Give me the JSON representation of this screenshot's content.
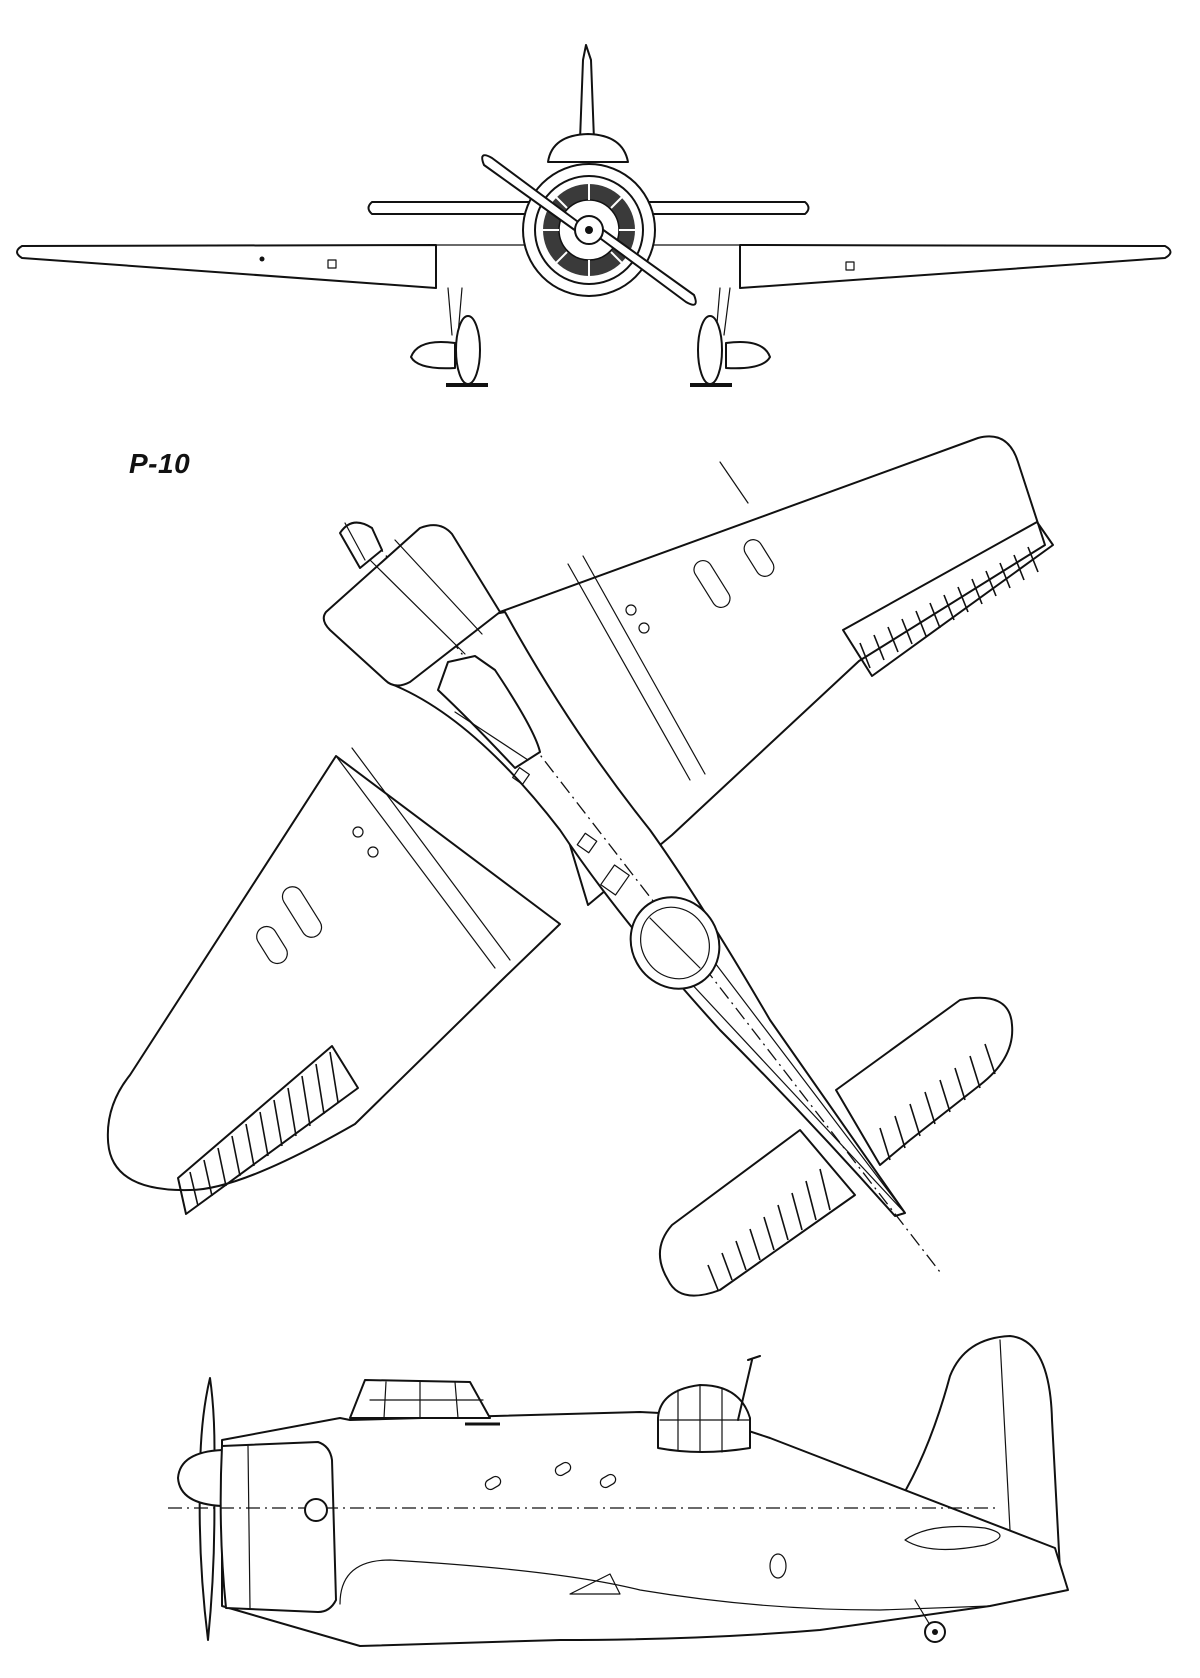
{
  "drawing": {
    "designation": "P-10",
    "views": [
      "front-view",
      "top-view",
      "side-view"
    ]
  }
}
